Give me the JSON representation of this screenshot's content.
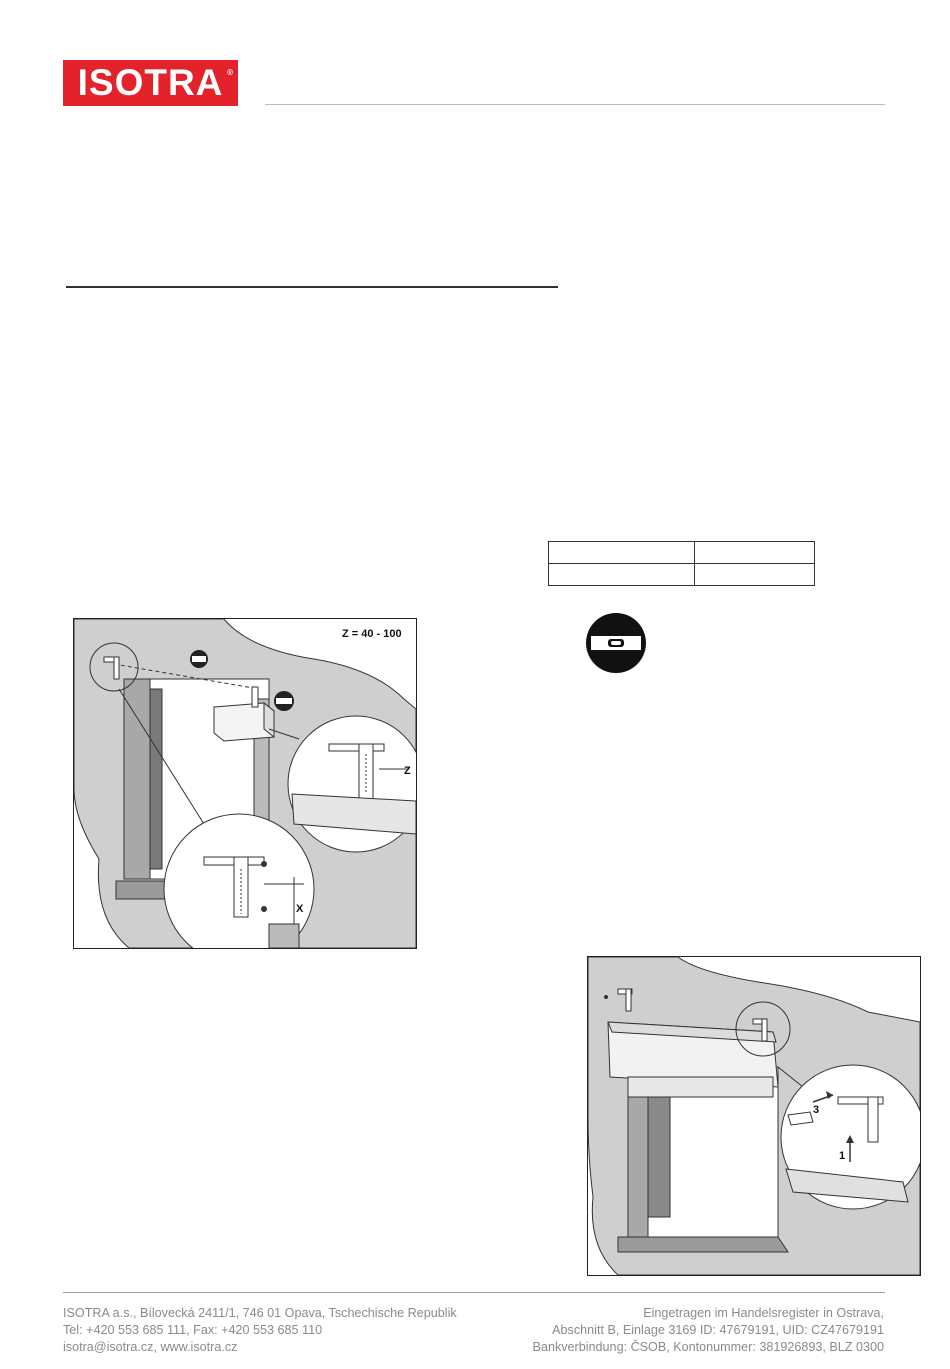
{
  "header": {
    "logo_text": "ISOTRA",
    "logo_reg": "®",
    "brand_color": "#e3222b"
  },
  "table": {
    "rows": [
      [
        "",
        ""
      ],
      [
        "",
        ""
      ]
    ]
  },
  "figure1": {
    "z_label": "Z = 40 - 100",
    "z_marker": "Z",
    "x_marker": "X"
  },
  "figure2": {
    "step_3": "3",
    "step_1": "1"
  },
  "icons": {
    "level": "spirit-level-icon"
  },
  "footer": {
    "left": [
      "ISOTRA a.s., Bílovecká 2411/1, 746 01 Opava, Tschechische Republik",
      "Tel: +420 553 685 111, Fax: +420 553 685 110",
      "isotra@isotra.cz, www.isotra.cz"
    ],
    "right": [
      "Eingetragen im Handelsregister in Ostrava,",
      "Abschnitt B, Einlage 3169 ID: 47679191, UID: CZ47679191",
      "Bankverbindung: ČSOB, Kontonummer: 381926893, BLZ 0300"
    ]
  }
}
